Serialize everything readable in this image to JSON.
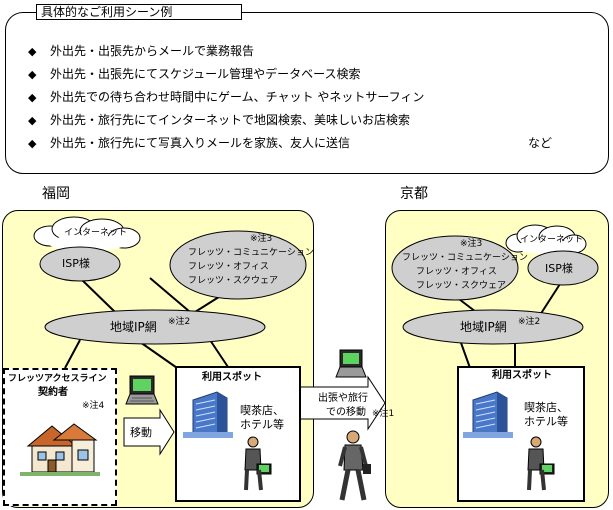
{
  "scenes": {
    "title": "具体的なご利用シーン例",
    "items": [
      "外出先・出張先からメールで業務報告",
      "外出先・出張先にてスケジュール管理やデータベース検索",
      "外出先での待ち合わせ時間中にゲーム、チャット やネットサーフィン",
      "外出先・旅行先にてインターネットで地図検索、美味しいお店検索",
      "外出先・旅行先にて写真入りメールを家族、友人に送信"
    ],
    "etc": "など"
  },
  "fukuoka": {
    "city": "福岡",
    "internet": "インターネット",
    "isp": "ISP様",
    "flets_note": "※注3",
    "flets_services": [
      "フレッツ・コミュニケーション",
      "フレッツ・オフィス",
      "フレッツ・スクウェア"
    ],
    "regional_ip": "地域IP網",
    "regional_ip_note": "※注2",
    "contractor_title": "フレッツアクセスライン",
    "contractor_sub": "契約者",
    "contractor_note": "※注4",
    "move": "移動",
    "spot_title": "利用スポット",
    "spot_places": [
      "喫茶店、",
      "ホテル等"
    ]
  },
  "travel": {
    "lines": [
      "出張や旅行",
      "での移動"
    ],
    "note": "※注1"
  },
  "kyoto": {
    "city": "京都",
    "internet": "インターネット",
    "isp": "ISP様",
    "flets_note": "※注3",
    "flets_services": [
      "フレッツ・コミュニケーション",
      "フレッツ・オフィス",
      "フレッツ・スクウェア"
    ],
    "regional_ip": "地域IP網",
    "regional_ip_note": "※注2",
    "spot_title": "利用スポット",
    "spot_places": [
      "喫茶店、",
      "ホテル等"
    ]
  },
  "colors": {
    "region_fill": "#ffffc4",
    "ellipse_fill": "#cfcfcf",
    "spot_fill": "#ffffff",
    "building": "#4a78c8",
    "arrow_fill": "#ffffff"
  }
}
